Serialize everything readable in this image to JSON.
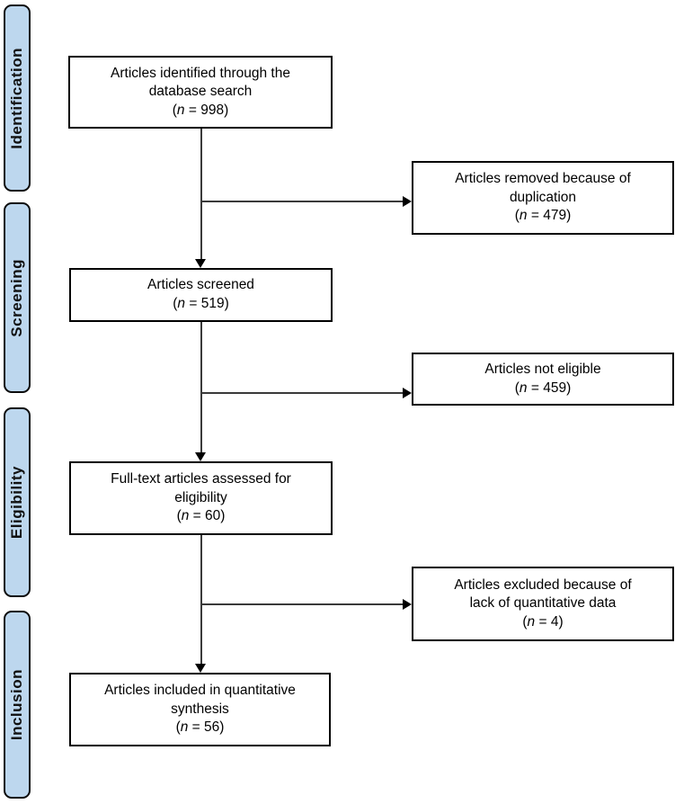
{
  "figure_type": "prisma-flow-diagram",
  "palette": {
    "stage_fill": "#bdd7ee",
    "stage_border": "#0c0c0c",
    "box_fill": "#ffffff",
    "box_border": "#000000",
    "line_color": "#3a3a3a",
    "text_color": "#000000"
  },
  "stages": [
    {
      "label": "Identification"
    },
    {
      "label": "Screening"
    },
    {
      "label": "Eligibility"
    },
    {
      "label": "Inclusion"
    }
  ],
  "boxes": {
    "identified": {
      "label": "Articles identified through the\ndatabase search",
      "count": {
        "pre": "(",
        "var": "n",
        "post": " = 998)"
      },
      "n_value": 998
    },
    "removed": {
      "label": "Articles removed because of\nduplication",
      "count": {
        "pre": "(",
        "var": "n",
        "post": " = 479)"
      },
      "n_value": 479
    },
    "screened": {
      "label": "Articles screened",
      "count": {
        "pre": "(",
        "var": "n",
        "post": " = 519)"
      },
      "n_value": 519
    },
    "not_eligible": {
      "label": "Articles not eligible",
      "count": {
        "pre": "(",
        "var": "n",
        "post": " = 459)"
      },
      "n_value": 459
    },
    "fulltext": {
      "label": "Full-text articles assessed for\neligibility",
      "count": {
        "pre": "(",
        "var": "n",
        "post": " = 60)"
      },
      "n_value": 60
    },
    "excluded": {
      "label": "Articles excluded because of\nlack of quantitative data",
      "count": {
        "pre": "(",
        "var": "n",
        "post": " = 4)"
      },
      "n_value": 4
    },
    "included": {
      "label": "Articles included in quantitative\nsynthesis",
      "count": {
        "pre": "(",
        "var": "n",
        "post": " = 56)"
      },
      "n_value": 56
    }
  }
}
